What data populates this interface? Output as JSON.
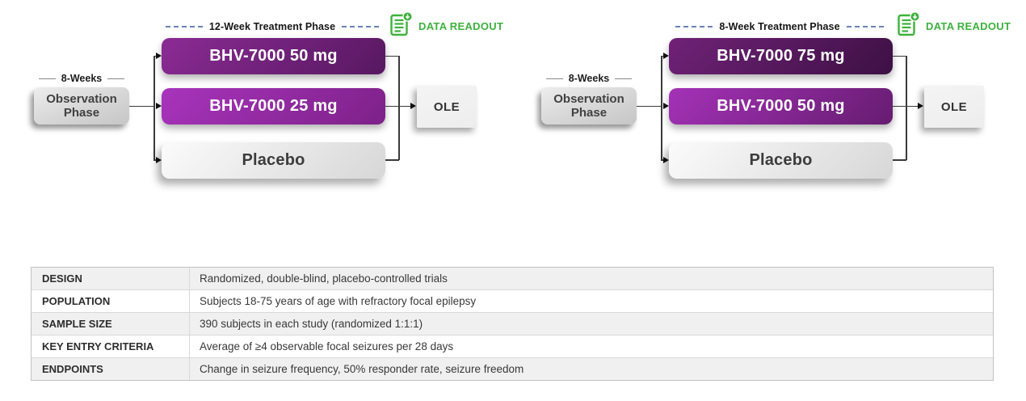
{
  "colors": {
    "accent_green": "#3cb23c",
    "dash_blue": "#4f6cb0",
    "connector_dark": "#3a3a3a",
    "table_alt_row_bg": "#f0f0f0",
    "table_border": "#c2c2c2"
  },
  "diagrams": [
    {
      "treatment_phase_label": "12-Week Treatment Phase",
      "data_readout_label": "DATA READOUT",
      "pre_phase_label": "8-Weeks",
      "observation_label": "Observation Phase",
      "ole_label": "OLE",
      "arms": [
        {
          "label": "BHV-7000 50 mg",
          "color_start": "#8b2b95",
          "color_end": "#571860",
          "text_color": "#ffffff"
        },
        {
          "label": "BHV-7000 25 mg",
          "color_start": "#a834bc",
          "color_end": "#7d2188",
          "text_color": "#ffffff"
        },
        {
          "label": "Placebo",
          "color_start": "#fbfbfb",
          "color_end": "#d7d7d7",
          "text_color": "#3c3c3c"
        }
      ]
    },
    {
      "treatment_phase_label": "8-Week Treatment Phase",
      "data_readout_label": "DATA READOUT",
      "pre_phase_label": "8-Weeks",
      "observation_label": "Observation Phase",
      "ole_label": "OLE",
      "arms": [
        {
          "label": "BHV-7000 75 mg",
          "color_start": "#702277",
          "color_end": "#3d1044",
          "text_color": "#ffffff"
        },
        {
          "label": "BHV-7000 50 mg",
          "color_start": "#a432b7",
          "color_end": "#661c70",
          "text_color": "#ffffff"
        },
        {
          "label": "Placebo",
          "color_start": "#fbfbfb",
          "color_end": "#d7d7d7",
          "text_color": "#3c3c3c"
        }
      ]
    }
  ],
  "table": {
    "rows": [
      {
        "label": "DESIGN",
        "value": "Randomized, double-blind, placebo-controlled trials"
      },
      {
        "label": "POPULATION",
        "value": "Subjects 18-75 years of age with refractory focal epilepsy"
      },
      {
        "label": "SAMPLE SIZE",
        "value": "390 subjects in each study (randomized 1:1:1)"
      },
      {
        "label": "KEY ENTRY CRITERIA",
        "value": "Average of ≥4 observable focal seizures per 28 days"
      },
      {
        "label": "ENDPOINTS",
        "value": "Change in seizure frequency, 50% responder rate, seizure freedom"
      }
    ]
  }
}
